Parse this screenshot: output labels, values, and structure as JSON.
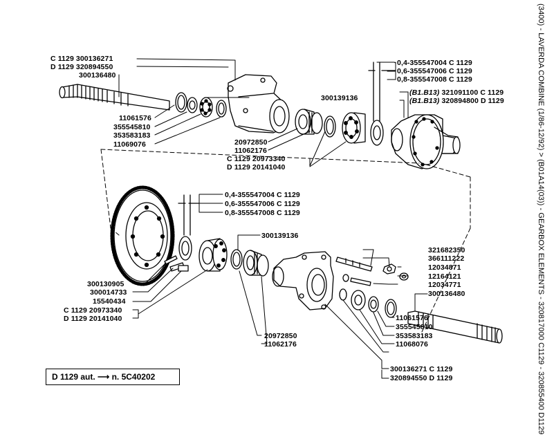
{
  "side_title": "(3400) - LAVERDA COMBINE (1/86-12/92) > (B01A14(03)) - GEARBOX ELEMENTS - 320817000 C1129 - 320855400 D1129",
  "note_box": {
    "prefix": "D 1129 aut.",
    "arrow": "⟶",
    "suffix": "n. 5C40202"
  },
  "upper_assembly": {
    "shaft_top": {
      "line1_code": "C 1129",
      "line1_part": "300136271",
      "line2_code": "D 1129",
      "line2_part": "320894550",
      "part": "300136480"
    },
    "left_parts": [
      "11061576",
      "355545810",
      "353583183",
      "11069076"
    ],
    "bearing_label": "300139136",
    "middle_parts": [
      "20972850",
      "11062176"
    ],
    "kit_c": "C 1129 20973340",
    "kit_d": "D 1129 20141040",
    "shims": [
      "0,4-355547004 C 1129",
      "0,6-355547006 C 1129",
      "0,8-355547008 C 1129"
    ],
    "diff_c": {
      "prefix": "(B1.B13)",
      "part": "321091100",
      "code": "C 1129"
    },
    "diff_d": {
      "prefix": "(B1.B13)",
      "part": "320894800",
      "code": "D 1129"
    }
  },
  "lower_assembly": {
    "shims": [
      "0,4-355547004 C 1129",
      "0,6-355547006 C 1129",
      "0,8-355547008 C 1129"
    ],
    "bearing_label": "300139136",
    "left_parts": [
      "300130905",
      "300014733",
      "15540434"
    ],
    "kit_c": "C 1129 20973340",
    "kit_d": "D 1129 20141040",
    "middle_parts": [
      "20972850",
      "11062176"
    ],
    "bolts": [
      "321682350",
      "366111222",
      "12034871",
      "12164121",
      "12034771"
    ],
    "shaft_part": "300136480",
    "right_parts": [
      "11061576",
      "355545810",
      "353583183",
      "11068076"
    ],
    "hub_c": {
      "part": "300136271",
      "code": "C 1129"
    },
    "hub_d": {
      "part": "320894550",
      "code": "D 1129"
    }
  }
}
